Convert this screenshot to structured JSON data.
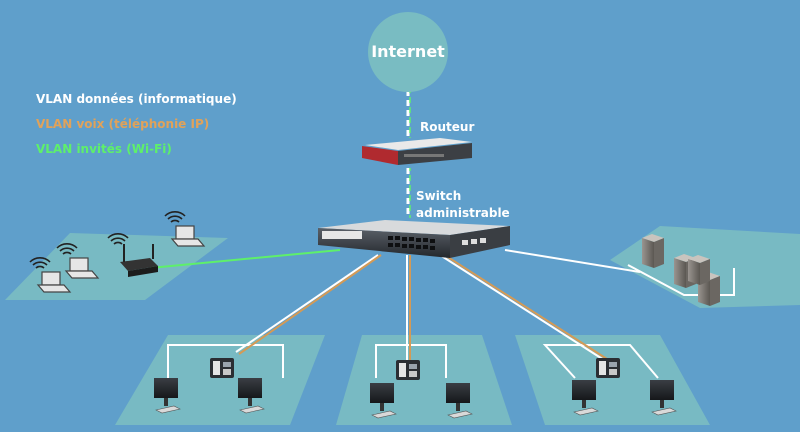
{
  "internet": {
    "label": "Internet"
  },
  "router": {
    "label": "Routeur"
  },
  "switch": {
    "label_line1": "Switch",
    "label_line2": "administrable"
  },
  "legend": {
    "data": "VLAN données (informatique)",
    "voice": "VLAN voix (téléphonie IP)",
    "guest": "VLAN invités (Wi-Fi)"
  },
  "colors": {
    "background": "#5f9fcb",
    "platform": "#79bcc2",
    "data_link": "#ffffff",
    "voice_link": "#d49a55",
    "guest_link": "#5ef06a",
    "internet": "#79bcc2"
  },
  "icons": {
    "internet": "cloud-circle",
    "router": "router-icon",
    "switch": "network-switch-icon",
    "wifi": "wifi-access-point-icon",
    "laptop": "laptop-icon",
    "server": "server-tower-icon",
    "phone": "ip-phone-icon",
    "desktop": "computer-monitor-icon"
  }
}
